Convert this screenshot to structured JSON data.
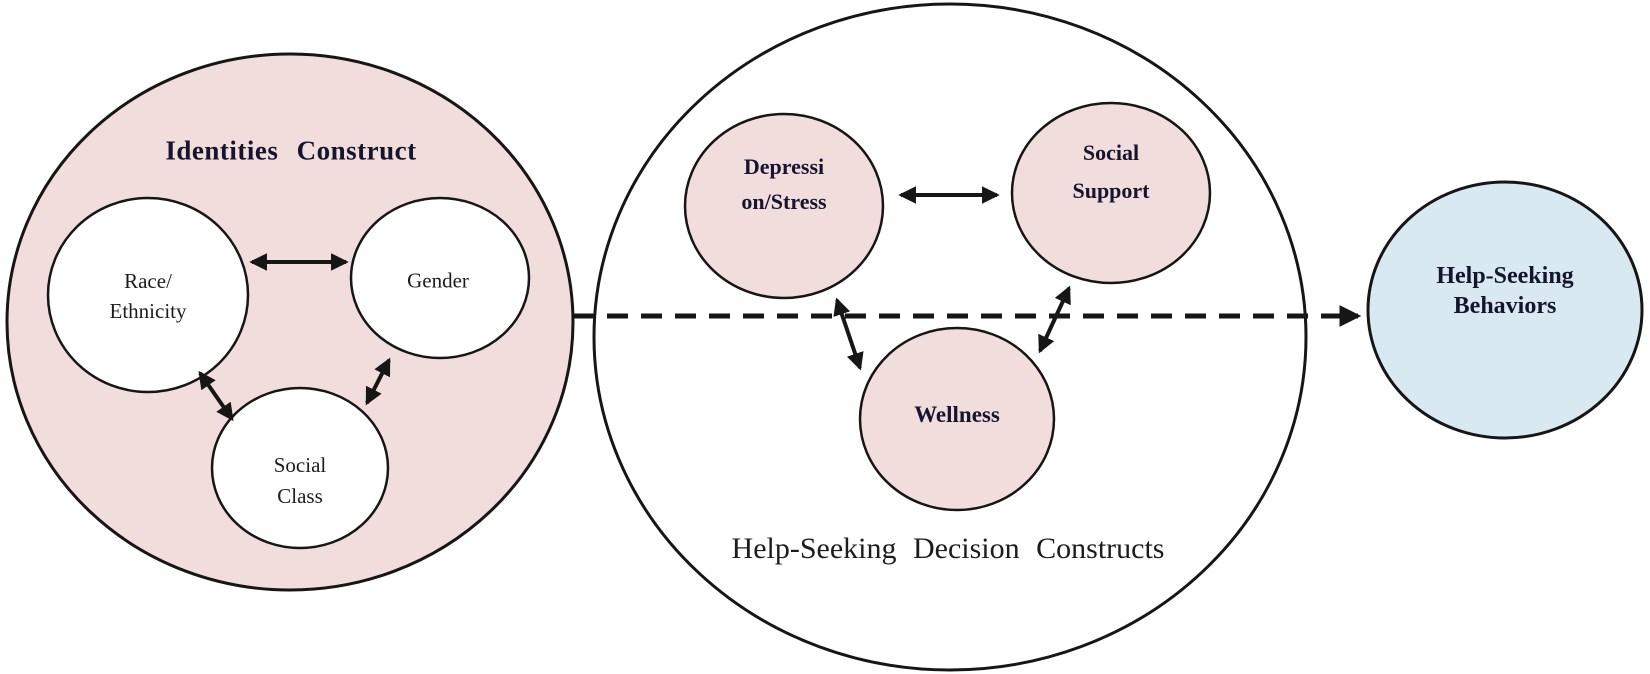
{
  "colors": {
    "pink_fill": "#f2dddd",
    "blue_fill": "#d8e9f1",
    "outline": "#161616",
    "text_regular": "#1c1c1c",
    "text_bold": "#15152e",
    "background": "#ffffff"
  },
  "identities_construct": {
    "title": "Identities Construct",
    "race_ethnicity": {
      "line1": "Race/",
      "line2": "Ethnicity"
    },
    "gender": {
      "label": "Gender"
    },
    "social_class": {
      "line1": "Social",
      "line2": "Class"
    }
  },
  "decision_constructs": {
    "label": "Help-Seeking Decision Constructs",
    "depression_stress": {
      "line1": "Depressi",
      "line2": "on/Stress"
    },
    "social_support": {
      "line1": "Social",
      "line2": "Support"
    },
    "wellness": {
      "label": "Wellness"
    }
  },
  "help_seeking_behaviors": {
    "line1": "Help-Seeking",
    "line2": "Behaviors"
  }
}
